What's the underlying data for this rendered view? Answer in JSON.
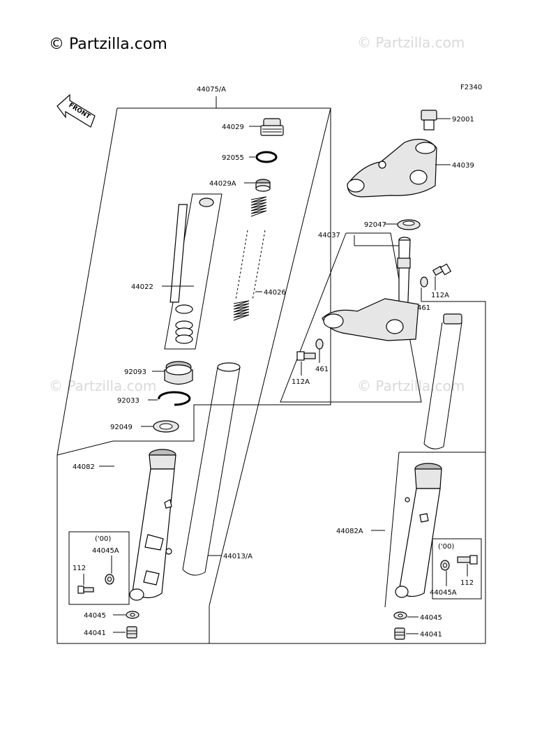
{
  "watermark": {
    "main": "© Partzilla.com",
    "faint": "© Partzilla.com"
  },
  "figure_code": "F2340",
  "front_label": "FRONT",
  "parts": {
    "p44075": "44075/A",
    "p44029": "44029",
    "p92055": "92055",
    "p44029A": "44029A",
    "p44022": "44022",
    "p44026": "44026",
    "p92093": "92093",
    "p92033": "92033",
    "p92049": "92049",
    "p44082": "44082",
    "p44013": "44013/A",
    "p00_left": "('00)",
    "p44045A_left": "44045A",
    "p112_left": "112",
    "p44045_left": "44045",
    "p44041_left": "44041",
    "p92001": "92001",
    "p44039": "44039",
    "p92047": "92047",
    "p44037": "44037",
    "p112A_top": "112A",
    "p461_top": "461",
    "p461_bottom": "461",
    "p112A_bottom": "112A",
    "p44082A": "44082A",
    "p00_right": "('00)",
    "p112_right": "112",
    "p44045A_right": "44045A",
    "p44045_right": "44045",
    "p44041_right": "44041"
  }
}
